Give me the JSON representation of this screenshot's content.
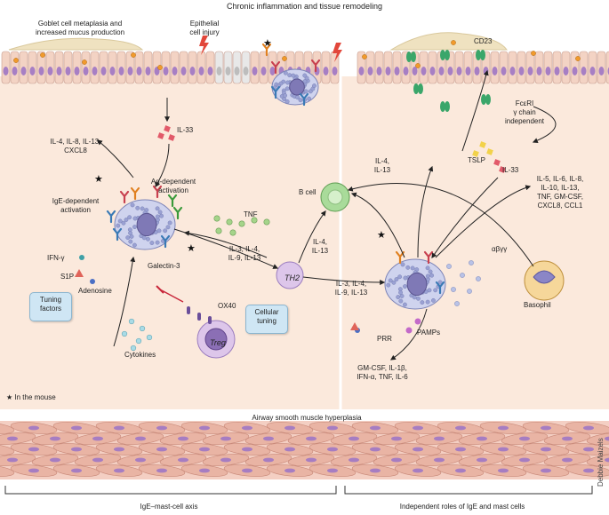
{
  "title": "Chronic inflammation and tissue remodeling",
  "labels": {
    "goblet": "Goblet cell metaplasia and\nincreased mucus production",
    "epithelial_injury": "Epithelial\ncell injury",
    "cd23": "CD23",
    "fceri": "FcεRI\nγ chain\nindependent",
    "il33_top": "IL-33",
    "cytokines_left": "IL-4, IL-8, IL-13,\nCXCL8",
    "ag_dependent": "Ag-dependent\nactivation",
    "ige_dependent": "IgE-dependent\nactivation",
    "tnf": "TNF",
    "il4_il13_top": "IL-4,\nIL-13",
    "tslp": "TSLP",
    "il33_right": "IL-33",
    "cytokines_right": "IL-5, IL-6, IL-8,\nIL-10, IL-13,\nTNF, GM-CSF,\nCXCL8, CCL1",
    "b_cell": "B cell",
    "il3_left": "IL-3, IL-4,\nIL-9, IL-13",
    "th2": "TH2",
    "il4_il13_mid": "IL-4,\nIL-13",
    "il3_right": "IL-3, IL-4,\nIL-9, IL-13",
    "ifn_gamma": "IFN-γ",
    "s1p": "S1P",
    "adenosine": "Adenosine",
    "galectin": "Galectin-3",
    "ox40": "OX40",
    "treg": "Treg",
    "tuning_factors": "Tuning\nfactors",
    "cellular_tuning": "Cellular\ntuning",
    "cytokines_bottom": "Cytokines",
    "prr": "PRR",
    "pamps": "PAMPs",
    "gmcsf": "GM-CSF, IL-1β,\nIFN-α, TNF, IL-6",
    "abgg": "αβγγ",
    "basophil": "Basophil",
    "mouse_note": "★ In the mouse",
    "smooth_muscle": "Airway smooth muscle hyperplasia",
    "axis_left": "IgE–mast-cell axis",
    "axis_right": "Independent roles of IgE and mast cells",
    "credit": "Debbie Maizels"
  },
  "colors": {
    "epithelium": "#f3d3c4",
    "nucleus": "#a77fc4",
    "tissue": "#fbe9dc",
    "smooth_muscle": "#e9b4a4",
    "mast_cell": "#cfd3ee",
    "b_cell": "#a9db9a",
    "t_cell": "#ddc6ea",
    "basophil": "#f6d79a",
    "arrow": "#222222",
    "inhibit": "#c8263a"
  }
}
